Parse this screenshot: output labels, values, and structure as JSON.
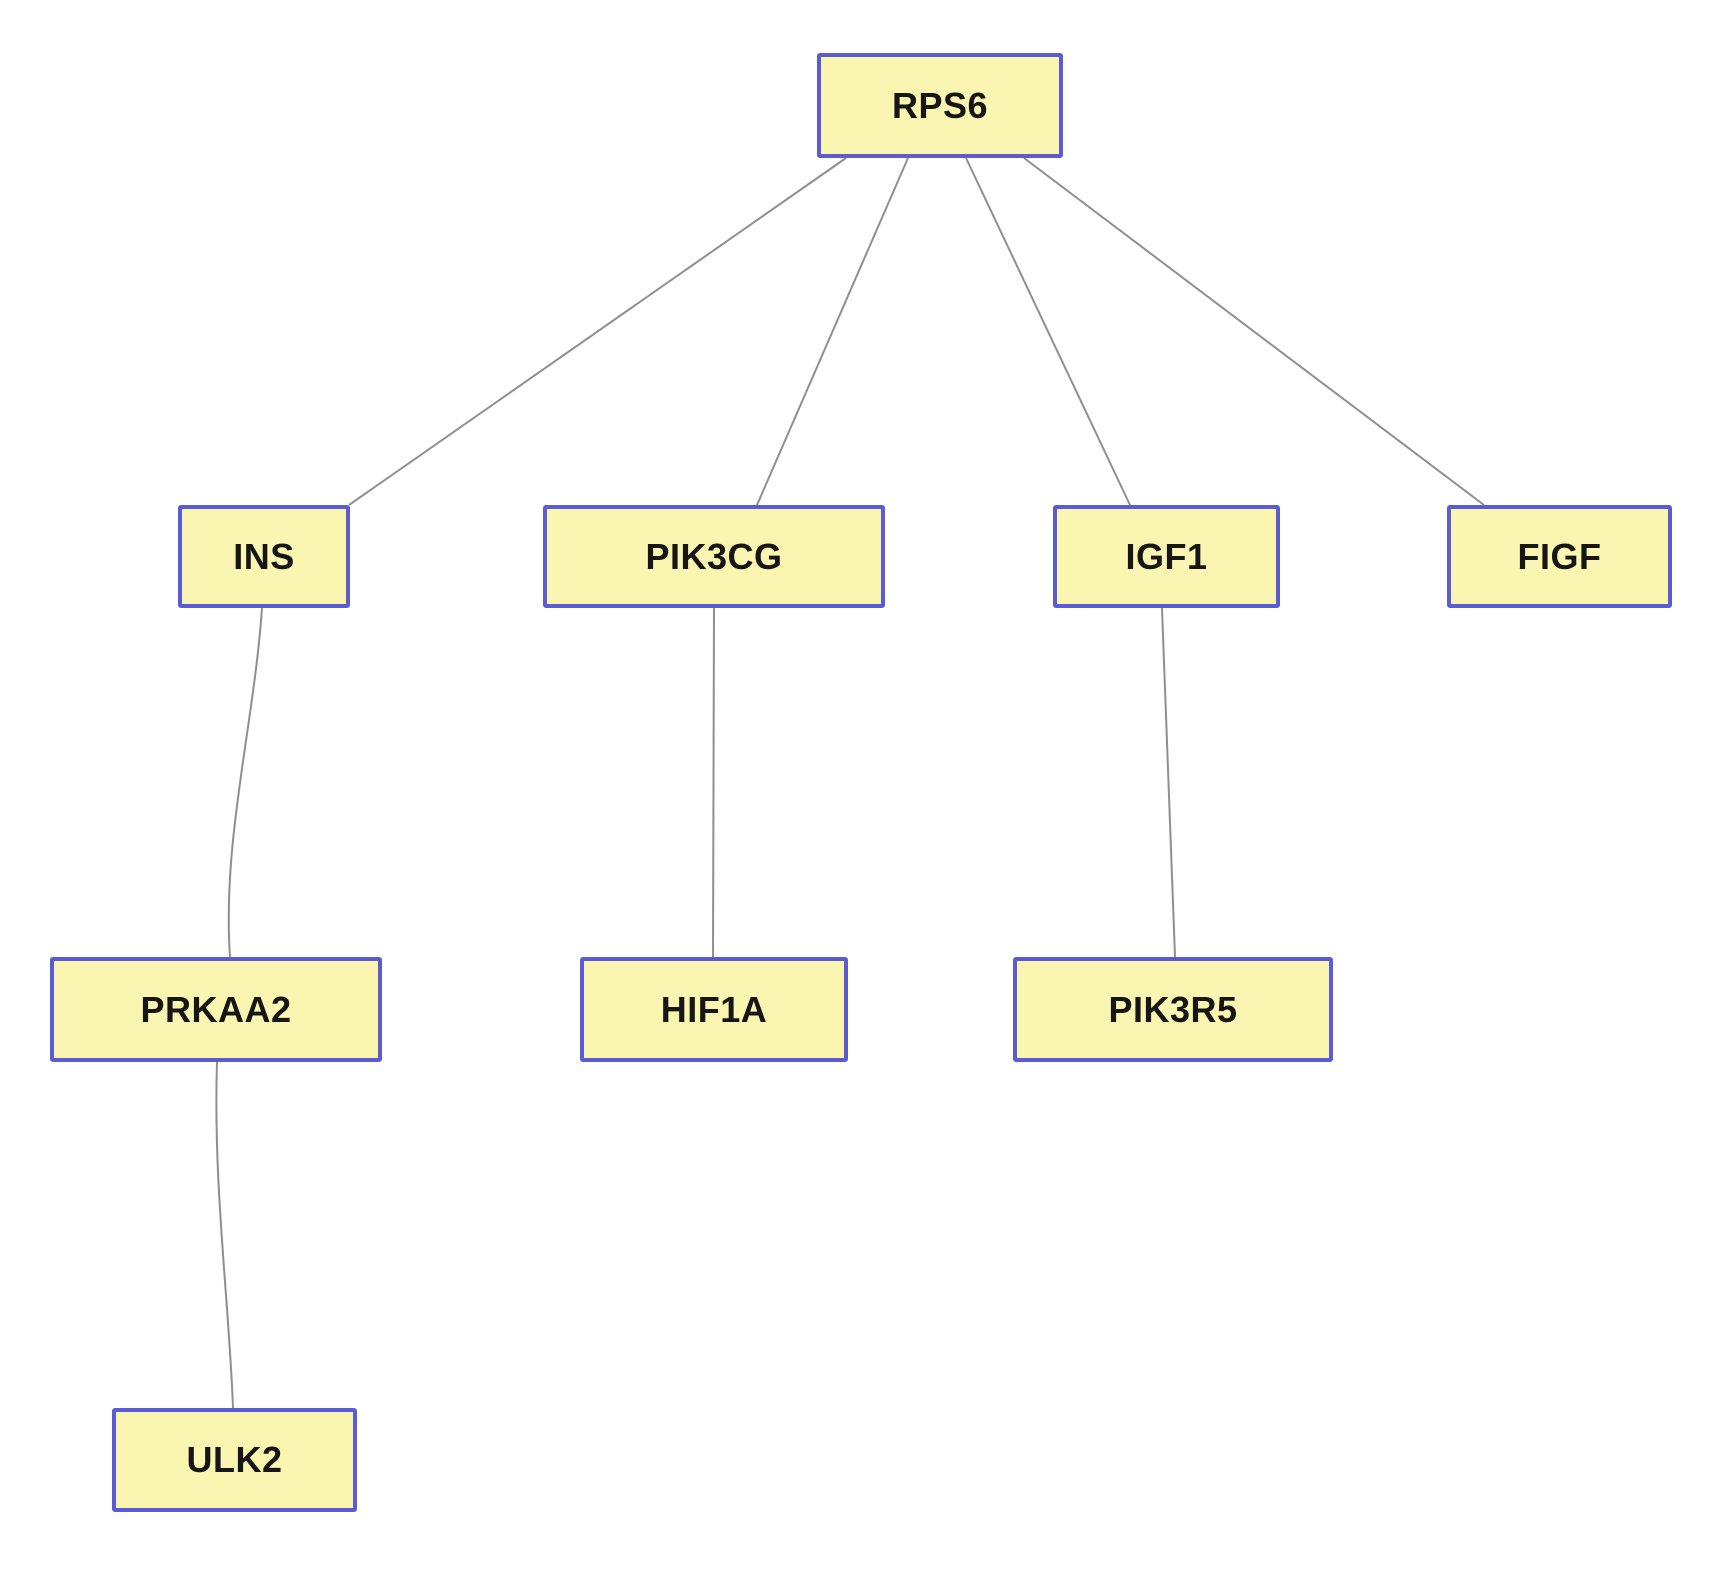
{
  "diagram": {
    "type": "gene-interaction-network",
    "background_color": "#ffffff",
    "node_fill_color": "#faf5b1",
    "node_border_color": "#5b5bd3",
    "edge_color": "#8f8f8f",
    "label_color": "#161616",
    "nodes": [
      {
        "id": "RPS6",
        "label": "RPS6",
        "level": 1
      },
      {
        "id": "INS",
        "label": "INS",
        "level": 2
      },
      {
        "id": "PIK3CG",
        "label": "PIK3CG",
        "level": 2
      },
      {
        "id": "IGF1",
        "label": "IGF1",
        "level": 2
      },
      {
        "id": "FIGF",
        "label": "FIGF",
        "level": 2
      },
      {
        "id": "PRKAA2",
        "label": "PRKAA2",
        "level": 3
      },
      {
        "id": "HIF1A",
        "label": "HIF1A",
        "level": 3
      },
      {
        "id": "PIK3R5",
        "label": "PIK3R5",
        "level": 3
      },
      {
        "id": "ULK2",
        "label": "ULK2",
        "level": 4
      }
    ],
    "edges": [
      {
        "from": "RPS6",
        "to": "INS"
      },
      {
        "from": "RPS6",
        "to": "PIK3CG"
      },
      {
        "from": "RPS6",
        "to": "IGF1"
      },
      {
        "from": "RPS6",
        "to": "FIGF"
      },
      {
        "from": "INS",
        "to": "PRKAA2"
      },
      {
        "from": "PIK3CG",
        "to": "HIF1A"
      },
      {
        "from": "IGF1",
        "to": "PIK3R5"
      },
      {
        "from": "PRKAA2",
        "to": "ULK2"
      }
    ]
  }
}
